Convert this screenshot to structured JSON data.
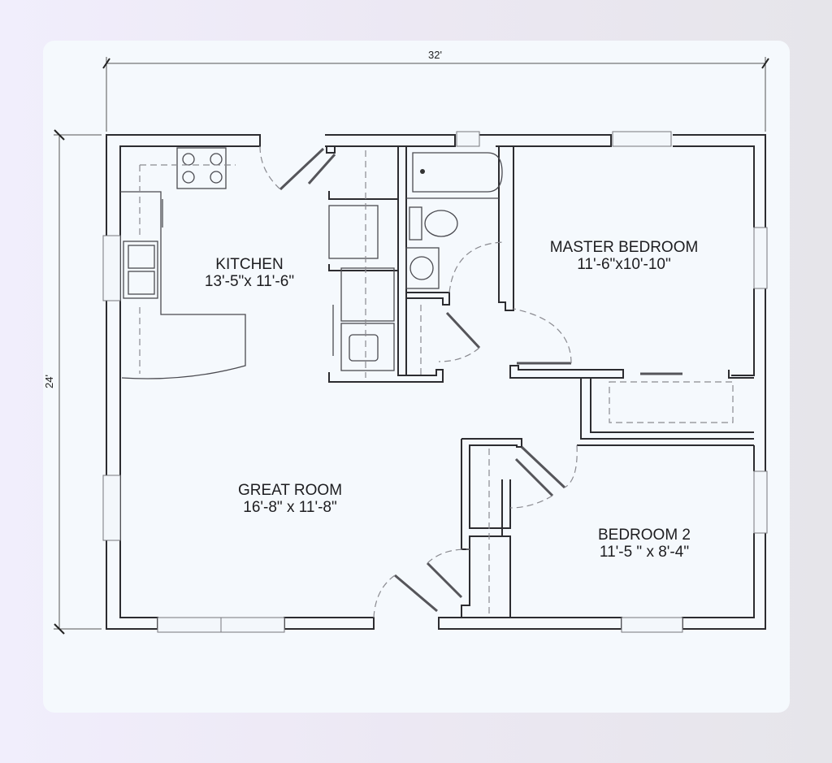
{
  "plan": {
    "overall_width": "32'",
    "overall_depth": "24'",
    "rooms": [
      {
        "name": "KITCHEN",
        "size": "13'-5\"x 11'-6\""
      },
      {
        "name": "MASTER BEDROOM",
        "size": "11'-6\"x10'-10\""
      },
      {
        "name": "GREAT ROOM",
        "size": "16'-8\" x 11'-8\""
      },
      {
        "name": "BEDROOM 2",
        "size": "11'-5 \" x 8'-4\""
      }
    ]
  },
  "colors": {
    "background": "#ece8f3",
    "card": "#f5f9fd",
    "wall": "#2c2c30"
  }
}
